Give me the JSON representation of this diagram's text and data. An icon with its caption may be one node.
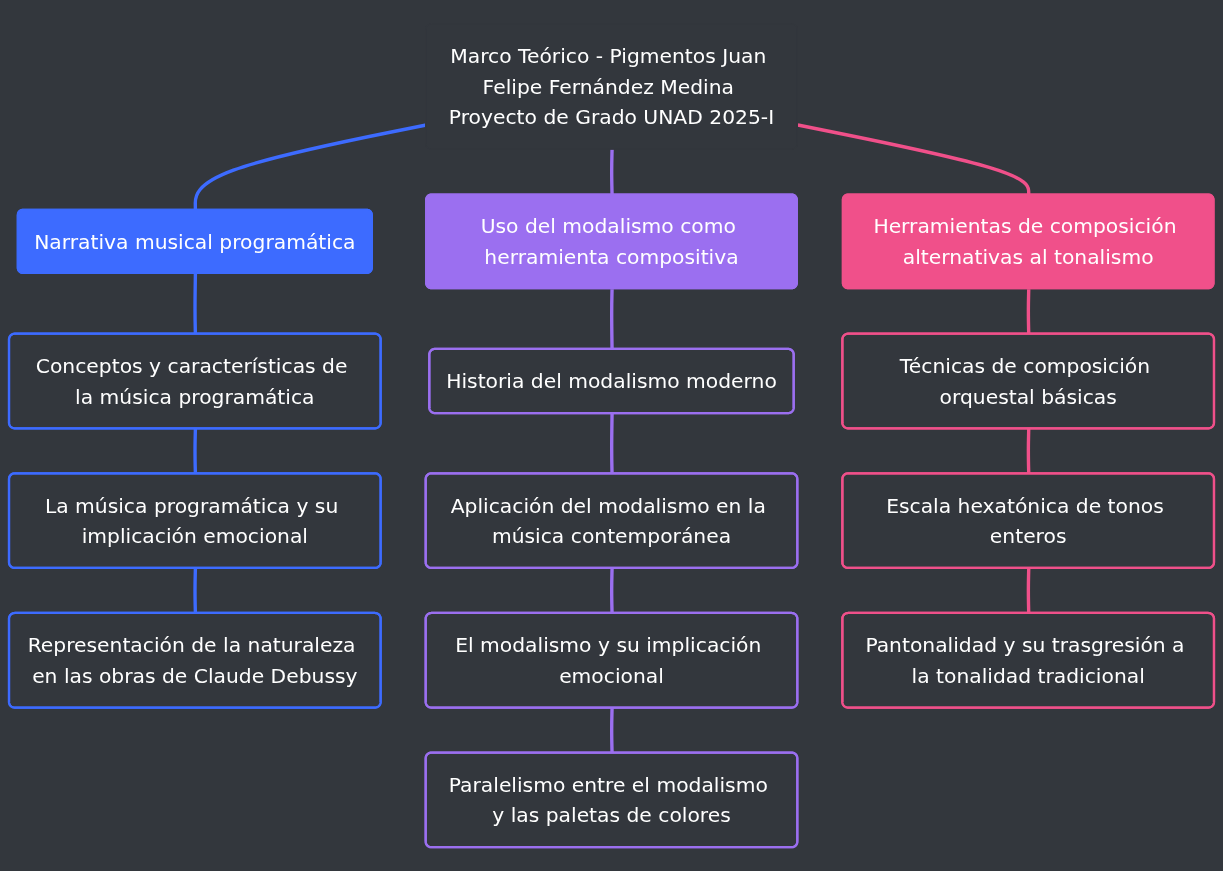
{
  "diagram": {
    "nodes": [
      {
        "text": [
          "Marco Teórico - Pigmentos Juan Felipe Fernández Medina Proyecto de Grado UNAD 2025-I"
        ]
      },
      {
        "text": [
          "Narrativa musical programática"
        ]
      },
      {
        "text": [
          "Uso del modalismo como herramienta compositiva"
        ]
      },
      {
        "text": [
          "Herramientas de composición alternativas al tonalismo"
        ]
      },
      {
        "text": [
          "Conceptos y características de la música programática"
        ]
      },
      {
        "text": [
          "La música programática y su implicación emocional"
        ]
      },
      {
        "text": [
          "Representación de la naturaleza en las obras de Claude Debussy"
        ]
      },
      {
        "text": [
          "Historia del modalismo moderno"
        ]
      },
      {
        "text": [
          "Aplicación del modalismo en la música contemporánea"
        ]
      },
      {
        "text": [
          "El modalismo y su implicación emocional"
        ]
      },
      {
        "text": [
          "Paralelismo entre el modalismo y las paletas de colores"
        ]
      },
      {
        "text": [
          "Técnicas de composición orquestal básicas"
        ]
      },
      {
        "text": [
          "Escala hexatónica de tonos enteros"
        ]
      },
      {
        "text": [
          "Pantonalidad y su trasgresión a la tonalidad tradicional"
        ]
      }
    ],
    "edges": [
      {
        "from": 0,
        "to": 1,
        "arrow": "none",
        "color": "#3d6bff"
      },
      {
        "from": 0,
        "to": 2,
        "arrow": "none",
        "color": "#9b6ff0"
      },
      {
        "from": 0,
        "to": 3,
        "arrow": "none",
        "color": "#f0508a"
      },
      {
        "from": 1,
        "to": 4,
        "arrow": "none",
        "color": "#3d6bff"
      },
      {
        "from": 4,
        "to": 5,
        "arrow": "none",
        "color": "#3d6bff"
      },
      {
        "from": 5,
        "to": 6,
        "arrow": "none",
        "color": "#3d6bff"
      },
      {
        "from": 2,
        "to": 7,
        "arrow": "none",
        "color": "#9b6ff0"
      },
      {
        "from": 7,
        "to": 8,
        "arrow": "none",
        "color": "#9b6ff0"
      },
      {
        "from": 8,
        "to": 9,
        "arrow": "none",
        "color": "#9b6ff0"
      },
      {
        "from": 9,
        "to": 10,
        "arrow": "none",
        "color": "#9b6ff0"
      },
      {
        "from": 3,
        "to": 11,
        "arrow": "none",
        "color": "#f0508a"
      },
      {
        "from": 11,
        "to": 12,
        "arrow": "none",
        "color": "#f0508a"
      },
      {
        "from": 12,
        "to": 13,
        "arrow": "none",
        "color": "#f0508a"
      }
    ]
  }
}
